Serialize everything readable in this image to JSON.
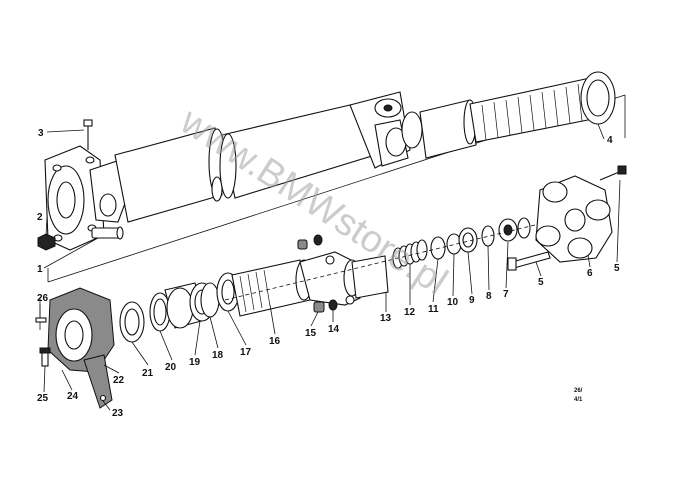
{
  "callouts": {
    "c1": "1",
    "c2": "2",
    "c3": "3",
    "c4": "4",
    "c5a": "5",
    "c5b": "5",
    "c6": "6",
    "c7": "7",
    "c8": "8",
    "c9": "9",
    "c10": "10",
    "c11": "11",
    "c12": "12",
    "c13": "13",
    "c14": "14",
    "c15": "15",
    "c16": "16",
    "c17": "17",
    "c18": "18",
    "c19": "19",
    "c20": "20",
    "c21": "21",
    "c22": "22",
    "c23": "23",
    "c24": "24",
    "c25": "25",
    "c26": "26"
  },
  "drawing_code": {
    "line1": "26/",
    "line2": "4/1"
  },
  "watermark": "www.BMWstore.pl"
}
